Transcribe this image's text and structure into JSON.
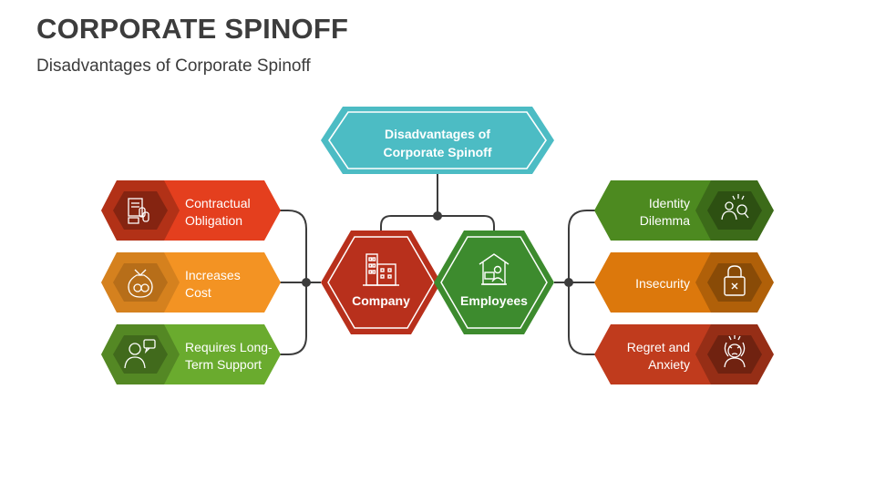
{
  "page": {
    "title": "CORPORATE SPINOFF",
    "subtitle": "Disadvantages of Corporate Spinoff"
  },
  "center": {
    "line1": "Disadvantages of",
    "line2": "Corporate Spinoff",
    "color": "#4cbcc4"
  },
  "hubs": [
    {
      "label": "Company",
      "color": "#b8301c",
      "icon": "office-building-icon"
    },
    {
      "label": "Employees",
      "color": "#3d8b2e",
      "icon": "remote-worker-icon"
    }
  ],
  "left_items": [
    {
      "line1": "Contractual",
      "line2": "Obligation",
      "color": "#e43f1e",
      "icon": "contract-chain-icon"
    },
    {
      "line1": "Increases",
      "line2": "Cost",
      "color": "#f39323",
      "icon": "money-bag-icon"
    },
    {
      "line1": "Requires Long-",
      "line2": "Term Support",
      "color": "#6aab2e",
      "icon": "support-agent-icon"
    }
  ],
  "right_items": [
    {
      "line1": "Identity",
      "line2": "Dilemma",
      "color": "#4d8a20",
      "icon": "identity-search-icon"
    },
    {
      "line1": "Insecurity",
      "line2": "",
      "color": "#dc780c",
      "icon": "padlock-icon"
    },
    {
      "line1": "Regret and",
      "line2": "Anxiety",
      "color": "#c03b1d",
      "icon": "anxious-person-icon"
    }
  ]
}
